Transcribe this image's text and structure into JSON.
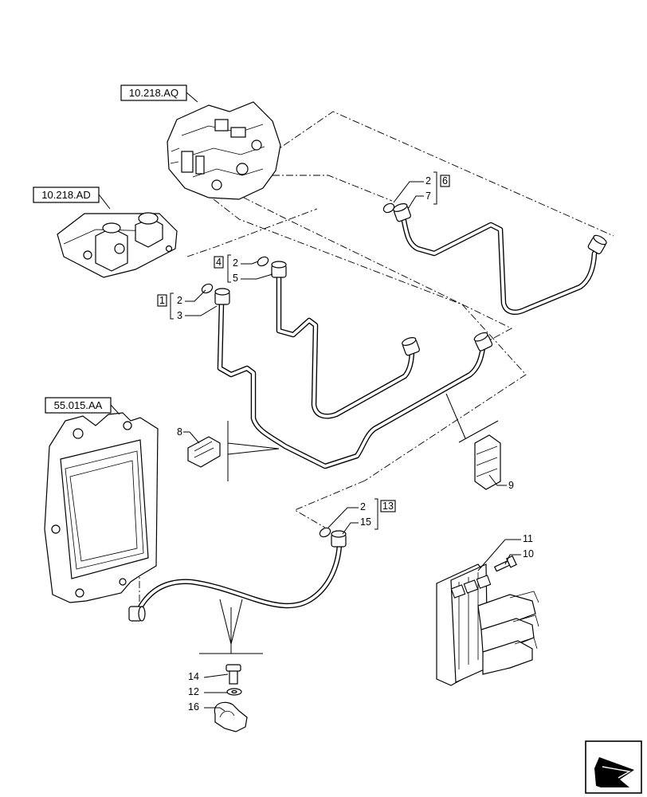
{
  "references": {
    "pump_upper": "10.218.AQ",
    "pump_lower": "10.218.AD",
    "ecu": "55.015.AA"
  },
  "item_numbers": {
    "n1": "1",
    "n2a": "2",
    "n3": "3",
    "n4": "4",
    "n2b": "2",
    "n5": "5",
    "n6": "6",
    "n2c": "2",
    "n7": "7",
    "n8": "8",
    "n9": "9",
    "n13": "13",
    "n2d": "2",
    "n15": "15",
    "n11": "11",
    "n10": "10",
    "n14": "14",
    "n12": "12",
    "n16": "16"
  },
  "icons": {
    "nav": "next-page-arrow-icon"
  }
}
